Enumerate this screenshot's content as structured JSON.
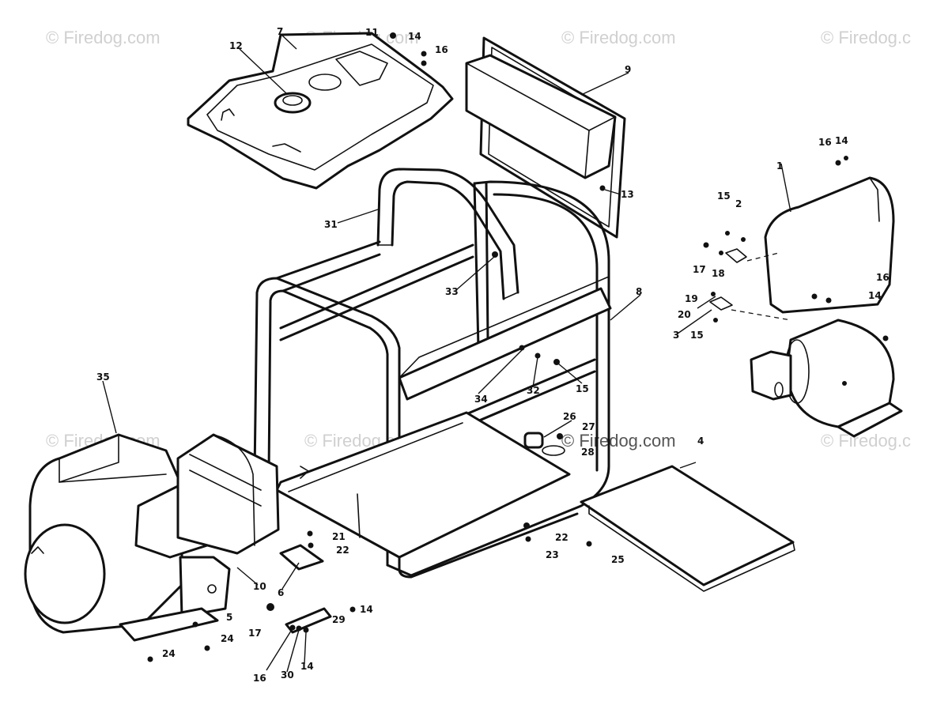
{
  "watermarks": [
    "© Firedog.com",
    "© Firedog.com",
    "© Firedog.com",
    "© Firedog.c",
    "© Firedog.com",
    "© Firedog.com",
    "© Firedog.com",
    "© Firedog.c"
  ],
  "callouts": {
    "c1": "1",
    "c2": "2",
    "c3": "3",
    "c4": "4",
    "c5": "5",
    "c6": "6",
    "c7": "7",
    "c8": "8",
    "c9": "9",
    "c10": "10",
    "c11": "11",
    "c12": "12",
    "c13": "13",
    "c14a": "14",
    "c14b": "14",
    "c14c": "14",
    "c14d": "14",
    "c14e": "14",
    "c15a": "15",
    "c15b": "15",
    "c15c": "15",
    "c16a": "16",
    "c16b": "16",
    "c16c": "16",
    "c16d": "16",
    "c17a": "17",
    "c17b": "17",
    "c18": "18",
    "c19": "19",
    "c20": "20",
    "c21": "21",
    "c22a": "22",
    "c22b": "22",
    "c23": "23",
    "c24a": "24",
    "c24b": "24",
    "c25": "25",
    "c26": "26",
    "c27": "27",
    "c28": "28",
    "c29": "29",
    "c30": "30",
    "c31": "31",
    "c32": "32",
    "c33": "33",
    "c34": "34",
    "c35": "35"
  }
}
